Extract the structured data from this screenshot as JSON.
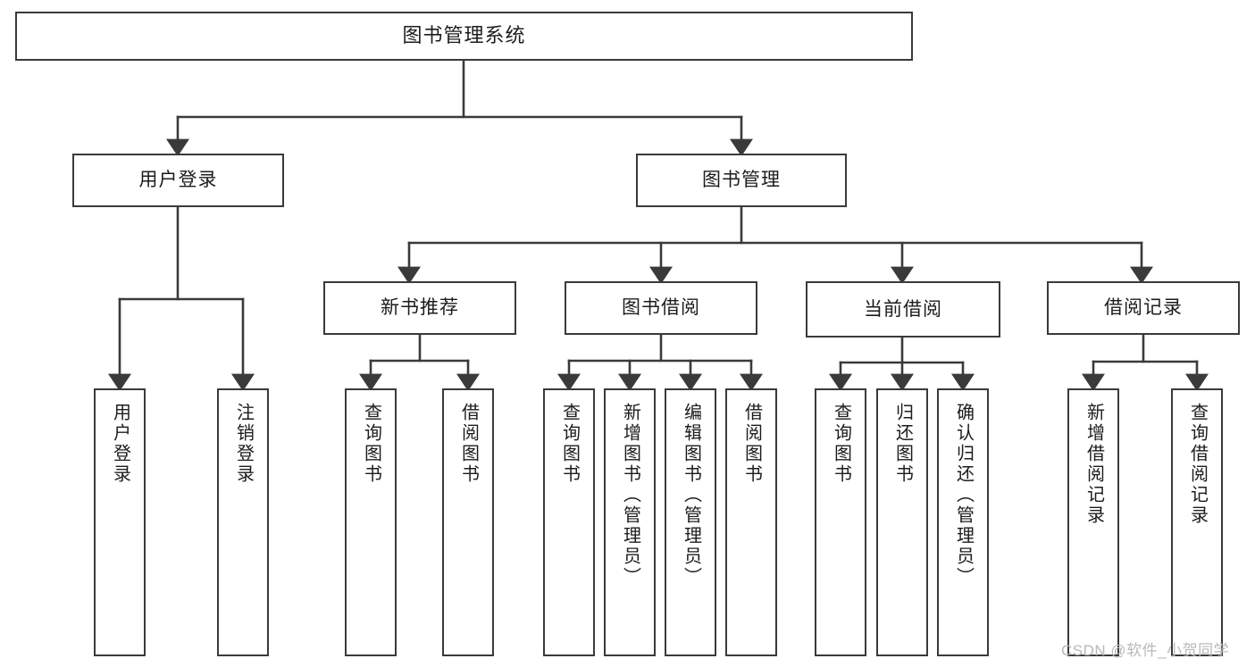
{
  "diagram": {
    "title": "图书管理系统",
    "background_color": "#ffffff",
    "line_color": "#3a3a3a",
    "text_color": "#1c1c1c"
  },
  "root": {
    "label": "图书管理系统"
  },
  "level2": [
    {
      "label": "用户登录"
    },
    {
      "label": "图书管理"
    }
  ],
  "level3": [
    {
      "label": "新书推荐"
    },
    {
      "label": "图书借阅"
    },
    {
      "label": "当前借阅"
    },
    {
      "label": "借阅记录"
    }
  ],
  "leaves": {
    "user_login": [
      {
        "label": "用户登录"
      },
      {
        "label": "注销登录"
      }
    ],
    "new_book_recommend": [
      {
        "label": "查询图书"
      },
      {
        "label": "借阅图书"
      }
    ],
    "book_borrow": [
      {
        "label": "查询图书"
      },
      {
        "label": "新增图书（管理员）"
      },
      {
        "label": "编辑图书（管理员）"
      },
      {
        "label": "借阅图书"
      }
    ],
    "current_borrow": [
      {
        "label": "查询图书"
      },
      {
        "label": "归还图书"
      },
      {
        "label": "确认归还（管理员）"
      }
    ],
    "borrow_record": [
      {
        "label": "新增借阅记录"
      },
      {
        "label": "查询借阅记录"
      }
    ]
  },
  "watermark": {
    "text": "CSDN @软件_小贺同学",
    "color": "#b9b9b9"
  }
}
